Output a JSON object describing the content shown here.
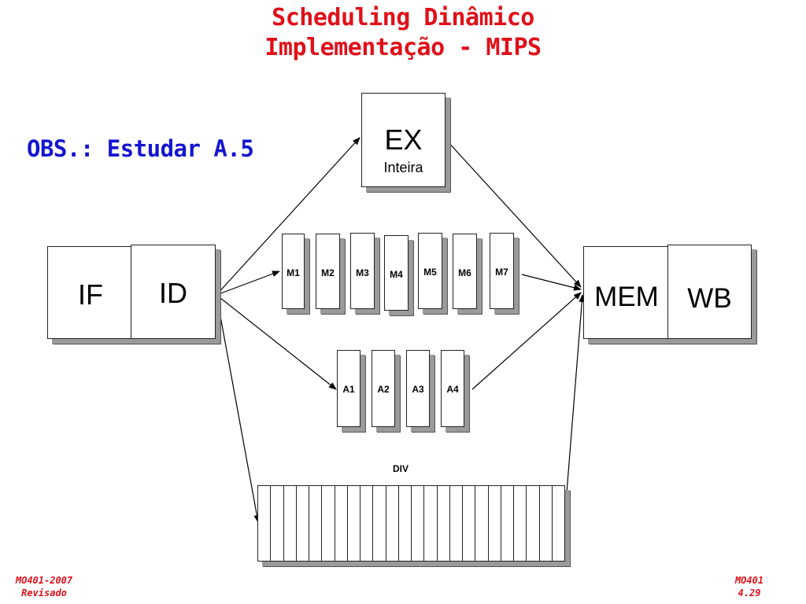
{
  "title": {
    "line1": "Scheduling Dinâmico",
    "line2": "Implementação - MIPS"
  },
  "note": "OBS.: Estudar A.5",
  "footer": {
    "left_line1": "MO401-2007",
    "left_line2": "Revisado",
    "right_line1": "MO401",
    "right_line2": "4.29"
  },
  "stages": {
    "if": "IF",
    "id": "ID",
    "ex": "EX",
    "ex_sub": "Inteira",
    "mem": "MEM",
    "wb": "WB"
  },
  "multiplier": [
    "M1",
    "M2",
    "M3",
    "M4",
    "M5",
    "M6",
    "M7"
  ],
  "adder": [
    "A1",
    "A2",
    "A3",
    "A4"
  ],
  "divider": {
    "label": "DIV",
    "segments": 24
  },
  "colors": {
    "title": "#e0101a",
    "note": "#1414d0",
    "shadow": "#9a9a9a"
  }
}
